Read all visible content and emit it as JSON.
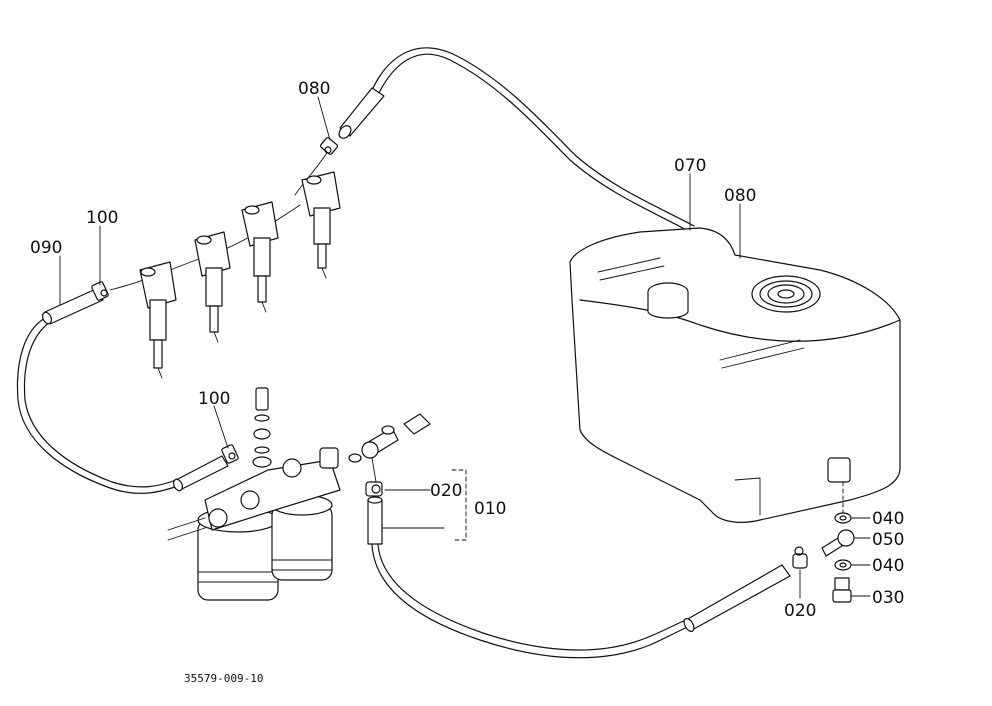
{
  "callouts": {
    "c080_top": "080",
    "c100_left": "100",
    "c090": "090",
    "c100_mid": "100",
    "c070": "070",
    "c080_right": "080",
    "c020_mid": "020",
    "c010": "010",
    "c040_top": "040",
    "c050": "050",
    "c040_bottom": "040",
    "c030": "030",
    "c020_bottom": "020"
  },
  "footer": {
    "drawing_number": "35579-009-10"
  }
}
